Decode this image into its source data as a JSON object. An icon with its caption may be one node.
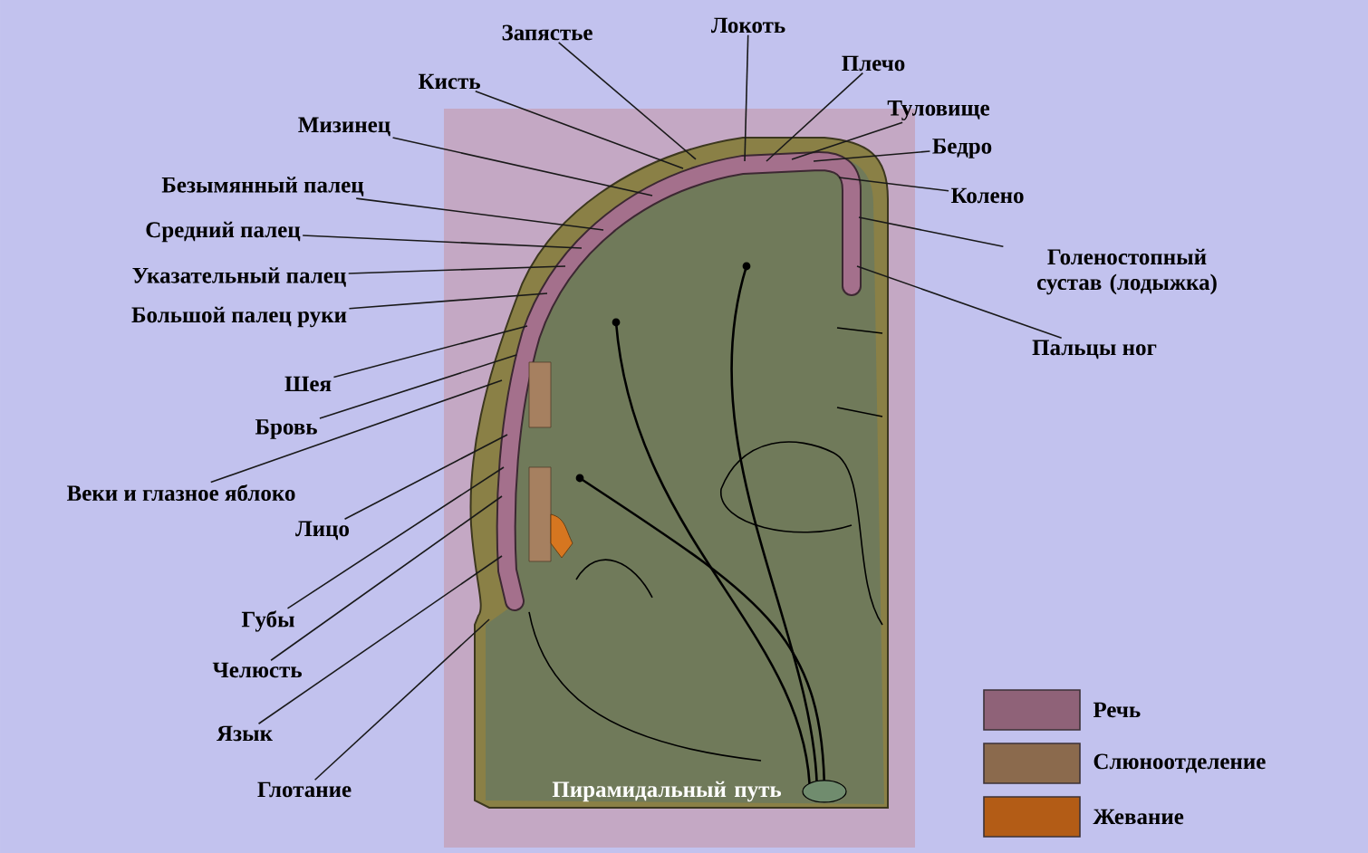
{
  "diagram": {
    "nodes": [
      {
        "text": [
          "Запястье"
        ]
      },
      {
        "text": [
          "Кисть"
        ]
      },
      {
        "text": [
          "Мизинец"
        ]
      },
      {
        "text": [
          "Локоть"
        ]
      },
      {
        "text": [
          "Плечо"
        ]
      },
      {
        "text": [
          "Туловище"
        ]
      },
      {
        "text": [
          "Бедро"
        ]
      },
      {
        "text": [
          "Колено"
        ]
      },
      {
        "text": [
          "Безымянный палец"
        ]
      },
      {
        "text": [
          "Средний палец"
        ]
      },
      {
        "text": [
          "Указательный палец"
        ]
      },
      {
        "text": [
          "Голеностопный сустав (лодыжка)"
        ]
      },
      {
        "text": [
          "Большой палец руки"
        ]
      },
      {
        "text": [
          "Пальцы ног"
        ]
      },
      {
        "text": [
          "Шея"
        ]
      },
      {
        "text": [
          "Бровь"
        ]
      },
      {
        "text": [
          "Веки и глазное яблоко"
        ]
      },
      {
        "text": [
          "Лицо"
        ]
      },
      {
        "text": [
          "Губы"
        ]
      },
      {
        "text": [
          "Челюсть"
        ]
      },
      {
        "text": [
          "Язык"
        ]
      },
      {
        "text": [
          "Глотание"
        ]
      }
    ],
    "edges": [
      {
        "from": 0,
        "to": null,
        "arrow": "none"
      },
      {
        "from": 1,
        "to": null,
        "arrow": "none"
      },
      {
        "from": 2,
        "to": null,
        "arrow": "none"
      },
      {
        "from": 3,
        "to": null,
        "arrow": "none"
      },
      {
        "from": 4,
        "to": null,
        "arrow": "none"
      },
      {
        "from": 5,
        "to": null,
        "arrow": "none"
      },
      {
        "from": 6,
        "to": null,
        "arrow": "none"
      },
      {
        "from": 7,
        "to": null,
        "arrow": "none"
      },
      {
        "from": 8,
        "to": null,
        "arrow": "none"
      },
      {
        "from": 9,
        "to": null,
        "arrow": "none"
      },
      {
        "from": 10,
        "to": null,
        "arrow": "none"
      },
      {
        "from": 11,
        "to": null,
        "arrow": "none"
      },
      {
        "from": 12,
        "to": null,
        "arrow": "none"
      },
      {
        "from": 13,
        "to": null,
        "arrow": "none"
      },
      {
        "from": 14,
        "to": null,
        "arrow": "none"
      },
      {
        "from": 15,
        "to": null,
        "arrow": "none"
      },
      {
        "from": 16,
        "to": null,
        "arrow": "none"
      },
      {
        "from": 17,
        "to": null,
        "arrow": "none"
      },
      {
        "from": 18,
        "to": null,
        "arrow": "none"
      },
      {
        "from": 19,
        "to": null,
        "arrow": "none"
      },
      {
        "from": 20,
        "to": null,
        "arrow": "none"
      },
      {
        "from": 21,
        "to": null,
        "arrow": "none"
      }
    ],
    "labels": [
      "Пирамидальный путь"
    ],
    "legend": [
      {
        "text": "Речь",
        "color": "#8f6278"
      },
      {
        "text": "Слюноотделение",
        "color": "#8b6a4d"
      },
      {
        "text": "Жевание",
        "color": "#b35c16"
      }
    ]
  }
}
